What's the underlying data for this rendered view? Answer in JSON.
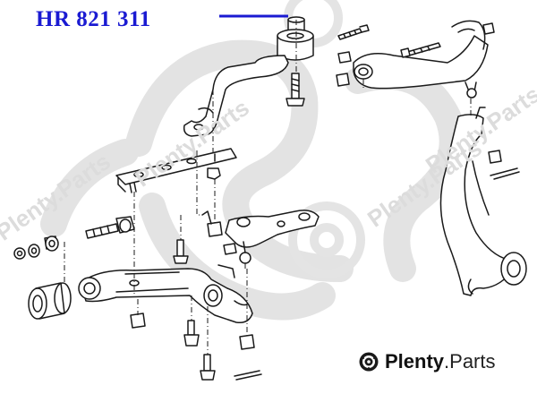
{
  "diagram": {
    "part_number": "HR 821 311",
    "brand_name": "Plenty",
    "brand_suffix": ".Parts",
    "watermark_text": "Plenty.Parts",
    "colors": {
      "label": "#1a1ad2",
      "line": "#1a1a1a",
      "watermark": "#dcdcdc"
    },
    "icons": [
      "brake-disc-logo-icon"
    ]
  }
}
